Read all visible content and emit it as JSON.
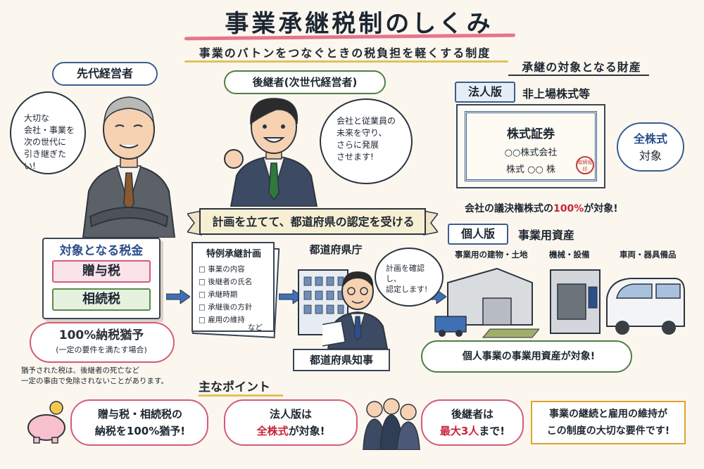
{
  "header": {
    "title": "事業承継税制のしくみ",
    "subtitle": "事業のバトンをつなぐときの税負担を軽くする制度"
  },
  "predecessor": {
    "label": "先代経営者",
    "speech": [
      "大切な",
      "会社・事業を",
      "次の世代に",
      "引き継ぎたい!"
    ]
  },
  "successor": {
    "label": "後継者(次世代経営者)",
    "speech": [
      "会社と従業員の",
      "未来を守り、",
      "さらに発展",
      "させます!"
    ]
  },
  "banner": "計画を立てて、都道府県の認定を受ける",
  "taxes": {
    "title": "対象となる税金",
    "gift": "贈与税",
    "inheritance": "相続税",
    "grace_title": "100%納税猶予",
    "grace_sub": "(一定の要件を満たす場合)",
    "note": [
      "猶予された税は、後継者の死亡など",
      "一定の事由で免除されないことがあります。"
    ]
  },
  "plan": {
    "title": "特例承継計画",
    "items": [
      "事業の内容",
      "後継者の氏名",
      "承継時期",
      "承継後の方針",
      "雇用の維持"
    ],
    "etc": "など"
  },
  "government": {
    "office": "都道府県庁",
    "speech": [
      "計画を確認し、",
      "認定します!"
    ],
    "governor": "都道府県知事"
  },
  "assets": {
    "heading": "承継の対象となる財産",
    "corporate": {
      "tag": "法人版",
      "desc": "非上場株式等",
      "cert_title": "株式証券",
      "cert_company": "○○株式会社",
      "cert_shares": "株式 ○○ 株",
      "seal": "取締役印",
      "cloud_1": "全株式",
      "cloud_2": "対象",
      "note_pre": "会社の議決権株式の",
      "note_pct": "100%",
      "note_post": "が対象!"
    },
    "individual": {
      "tag": "個人版",
      "desc": "事業用資産",
      "items": [
        "事業用の建物・土地",
        "機械・設備",
        "車両・器具備品"
      ],
      "note": "個人事業の事業用資産が対象!"
    }
  },
  "points": {
    "title": "主なポイント",
    "p1_a": "贈与税・相続税の",
    "p1_b": "納税を100%猶予!",
    "p2_a": "法人版は",
    "p2_b_red": "全株式",
    "p2_b_rest": "が対象!",
    "p3_a": "後継者は",
    "p3_b_red": "最大3人",
    "p3_b_rest": "まで!",
    "p4_a": "事業の継続と雇用の維持が",
    "p4_b": "この制度の大切な要件です!"
  },
  "colors": {
    "accent_pink": "#d35b7b",
    "accent_blue": "#3b5d91",
    "accent_green": "#4f7e46",
    "highlight_red": "#c8233a",
    "background": "#fbf7ee"
  }
}
